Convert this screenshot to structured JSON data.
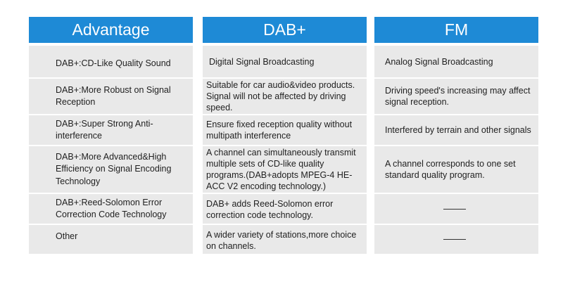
{
  "headers": [
    "Advantage",
    "DAB+",
    "FM"
  ],
  "rows": [
    {
      "advantage": "DAB+:CD-Like Quality Sound",
      "dab": "Digital Signal Broadcasting",
      "fm": "Analog Signal Broadcasting"
    },
    {
      "advantage": "DAB+:More Robust on Signal Reception",
      "dab": "Suitable for car audio&video products. Signal will not be affected by driving speed.",
      "fm": "Driving speed's increasing may affect signal reception."
    },
    {
      "advantage": "DAB+:Super Strong Anti-interference",
      "dab": "Ensure fixed reception quality without multipath interference",
      "fm": "Interfered by terrain and other signals"
    },
    {
      "advantage": "DAB+:More Advanced&High Efficiency on Signal Encoding Technology",
      "dab": "A channel can simultaneously transmit multiple sets of CD-like quality programs.(DAB+adopts MPEG-4 HE-ACC V2 encoding technology.)",
      "fm": "A channel corresponds to one set standard quality program."
    },
    {
      "advantage": "DAB+:Reed-Solomon Error Correction Code Technology",
      "dab": "DAB+ adds Reed-Solomon error correction code technology.",
      "fm": ""
    },
    {
      "advantage": "Other",
      "dab": "A wider variety of stations,more choice on channels.",
      "fm": ""
    }
  ]
}
